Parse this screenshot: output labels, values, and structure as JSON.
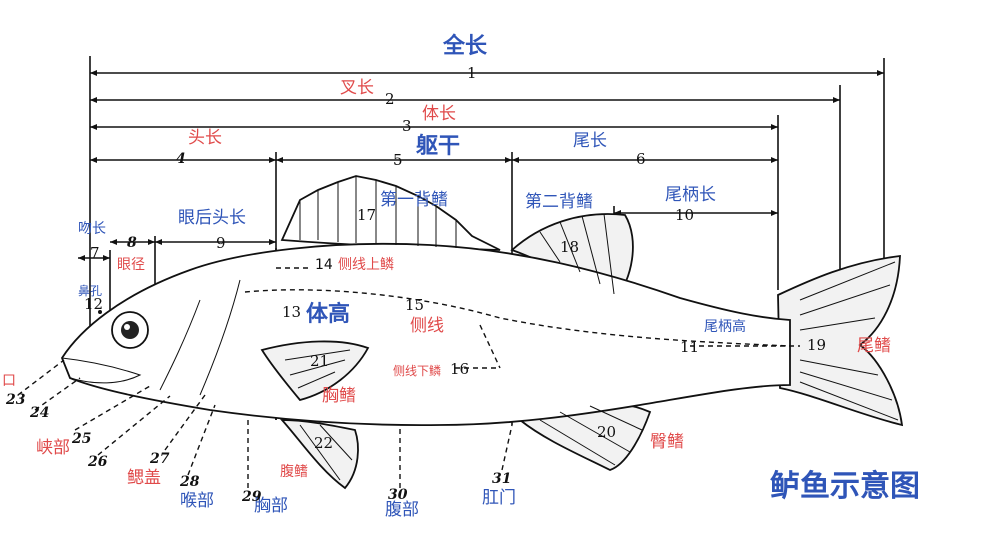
{
  "title": "鲈鱼示意图",
  "measurements": {
    "total_length": "全长",
    "fork_length": "叉长",
    "body_length": "体长",
    "head_length": "头长",
    "trunk": "躯干",
    "tail_length": "尾长",
    "caudal_peduncle_length": "尾柄长",
    "snout_length": "吻长",
    "postorbital_head_length": "眼后头长",
    "eye_diameter": "眼径",
    "nostril": "鼻孔",
    "body_height": "体高",
    "caudal_peduncle_height": "尾柄高"
  },
  "parts": {
    "first_dorsal": "第一背鳍",
    "second_dorsal": "第二背鳍",
    "lateral_line": "侧线",
    "above_lateral_scales": "侧线上鳞",
    "below_lateral_scales": "侧线下鳞",
    "pectoral_fin": "胸鳍",
    "pelvic_fin": "腹鳍",
    "anal_fin": "臀鳍",
    "caudal_fin": "尾鳍",
    "mouth": "口",
    "isthmus": "峡部",
    "operculum": "鳃盖",
    "throat": "喉部",
    "chest": "胸部",
    "belly": "腹部",
    "anus": "肛门"
  },
  "numbers": {
    "n1": "1",
    "n2": "2",
    "n3": "3",
    "n4": "4",
    "n5": "5",
    "n6": "6",
    "n7": "7",
    "n8": "8",
    "n9": "9",
    "n10": "10",
    "n11": "11",
    "n12": "12",
    "n13": "13",
    "n14": "14",
    "n15": "15",
    "n16": "16",
    "n17": "17",
    "n18": "18",
    "n19": "19",
    "n20": "20",
    "n21": "21",
    "n22": "22",
    "n23": "23",
    "n24": "24",
    "n25": "25",
    "n26": "26",
    "n27": "27",
    "n28": "28",
    "n29": "29",
    "n30": "30",
    "n31": "31"
  },
  "colors": {
    "label_blue": "#2f55b8",
    "label_red": "#e04a4a",
    "line": "#111111"
  }
}
